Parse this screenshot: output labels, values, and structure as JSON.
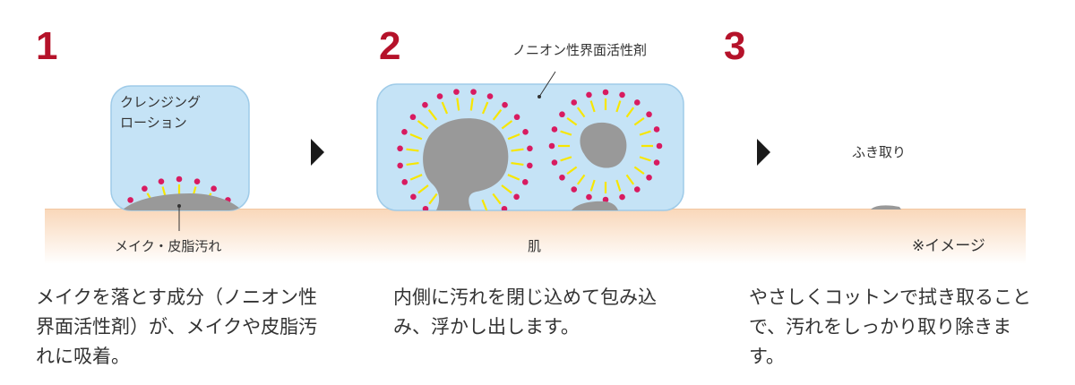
{
  "steps": [
    {
      "number": "1",
      "description": "メイクを落とす成分（ノニオン性界面活性剤）が、メイクや皮脂汚れに吸着。"
    },
    {
      "number": "2",
      "description": "内側に汚れを閉じ込めて包み込み、浮かし出します。"
    },
    {
      "number": "3",
      "description": "やさしくコットンで拭き取ることで、汚れをしっかり取り除きます。"
    }
  ],
  "labels": {
    "lotion_line1": "クレンジング",
    "lotion_line2": "ローション",
    "makeup": "メイク・皮脂汚れ",
    "surfactant": "ノニオン性界面活性剤",
    "wipe": "ふき取り",
    "skin": "肌",
    "image_note": "※イメージ"
  },
  "colors": {
    "accent": "#b5122a",
    "lotion_fill": "#c5e3f6",
    "lotion_stroke": "#9fcbe8",
    "dirt": "#999999",
    "hydrophilic_head": "#d81b60",
    "hydrophobic_tail": "#f7e600",
    "skin_top": "#f9d7b9",
    "skin_bottom": "#ffffff",
    "arrow": "#1a1a1a"
  }
}
